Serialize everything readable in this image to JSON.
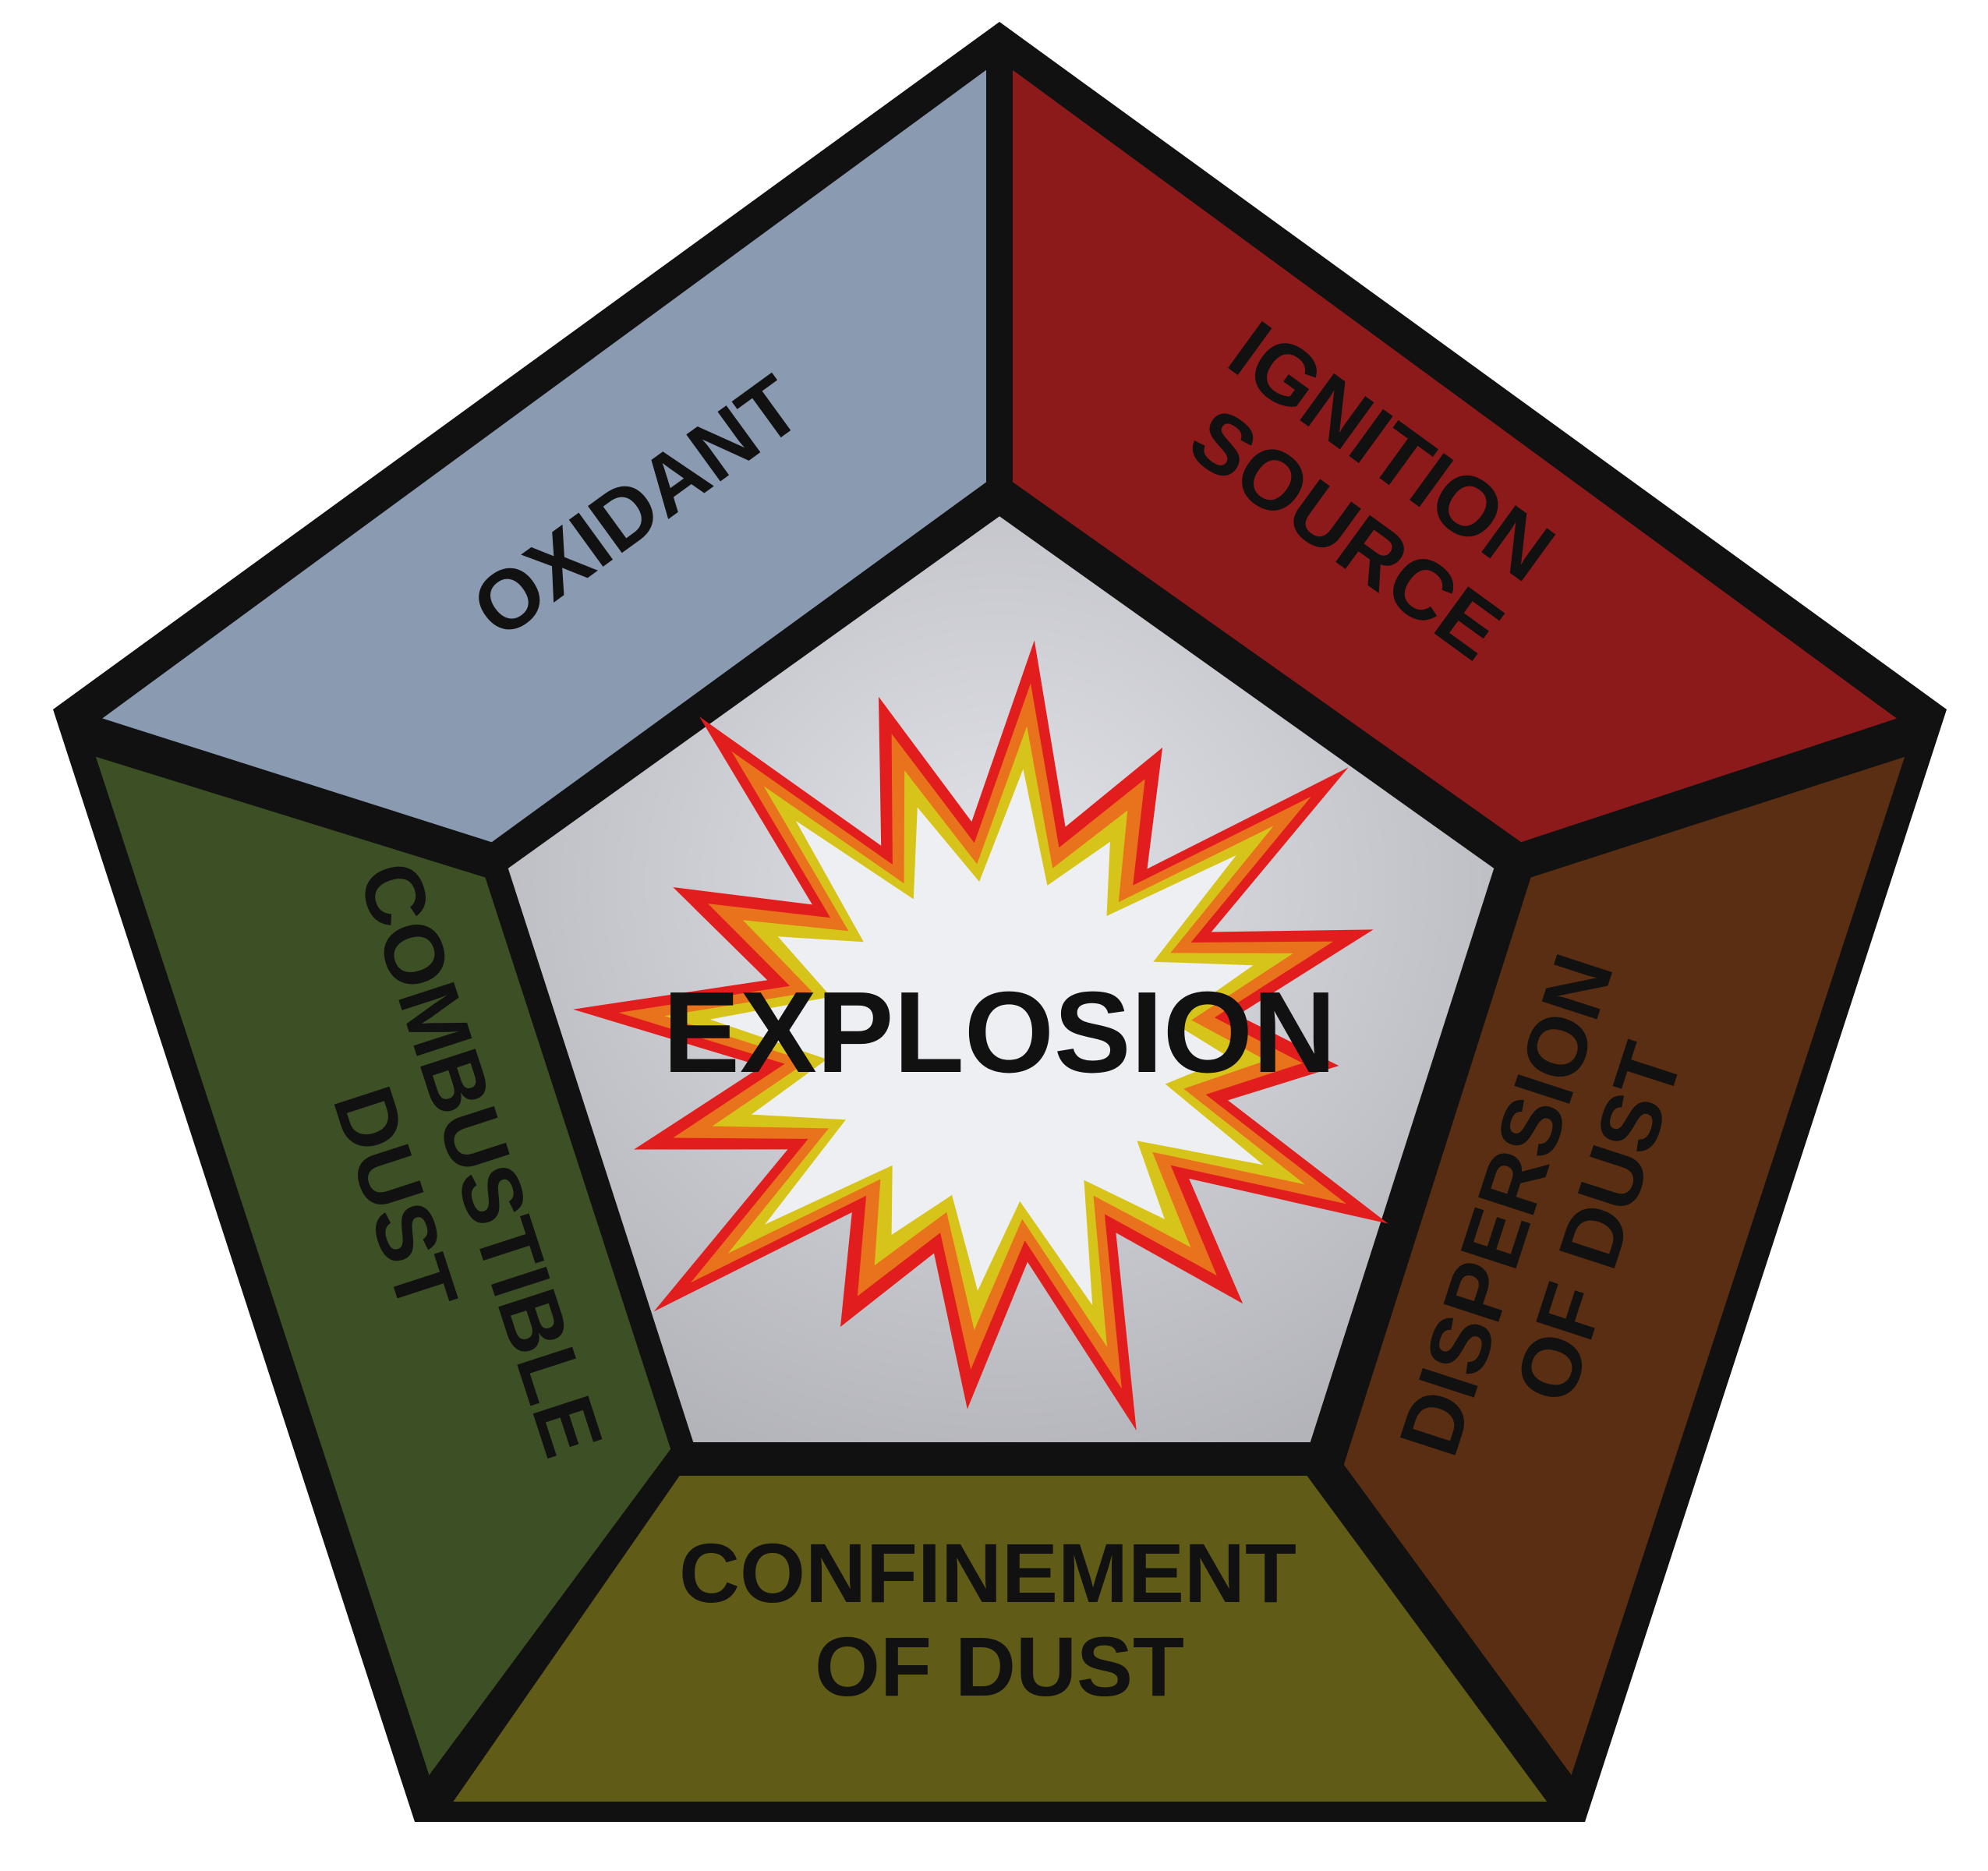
{
  "diagram": {
    "center_label": "EXPLOSION",
    "segments": [
      {
        "id": "oxidant",
        "lines": [
          "OXIDANT"
        ],
        "color": "#8a9ab0"
      },
      {
        "id": "ignition",
        "lines": [
          "IGNITION",
          "SOURCE"
        ],
        "color": "#8c1a1b"
      },
      {
        "id": "dispersion",
        "lines": [
          "DISPERSION",
          "OF DUST"
        ],
        "color": "#5a2e12"
      },
      {
        "id": "confinement",
        "lines": [
          "CONFINEMENT",
          "OF DUST"
        ],
        "color": "#605b16"
      },
      {
        "id": "combustible",
        "lines": [
          "COMBUSTIBLE",
          "DUST"
        ],
        "color": "#3d4f25"
      }
    ],
    "center_color": "#c4c5cb",
    "burst_colors": [
      "#e21d1d",
      "#e8731c",
      "#d7c41b",
      "#eeeff2"
    ],
    "outline_color": "#111111"
  }
}
